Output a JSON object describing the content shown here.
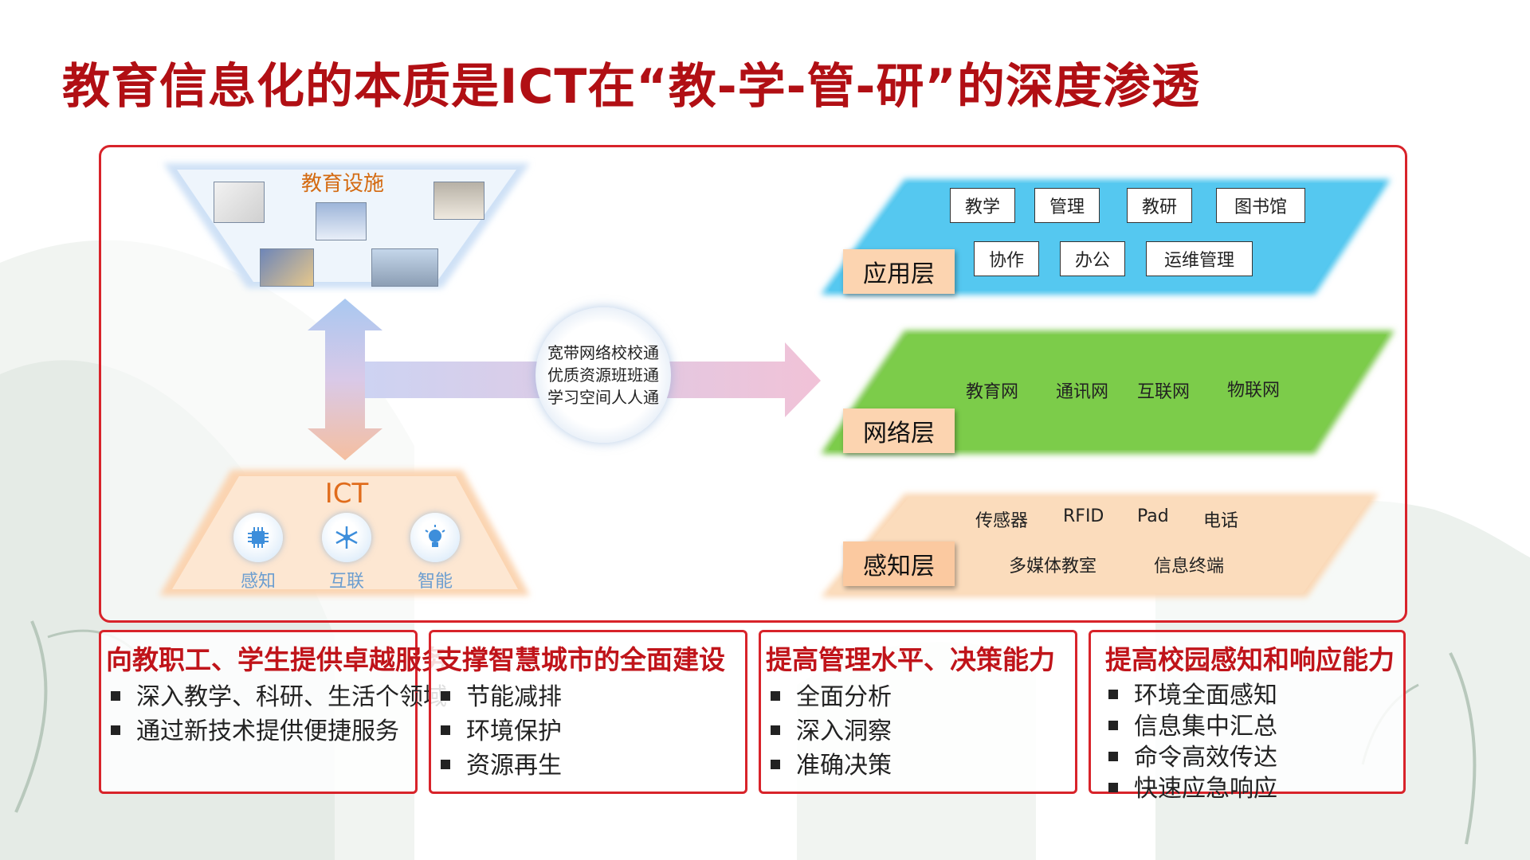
{
  "title": "教育信息化的本质是ICT在“教-学-管-研”的深度渗透",
  "facilities": {
    "label": "教育设施"
  },
  "ict": {
    "label": "ICT",
    "items": [
      {
        "label": "感知",
        "icon": "chip-icon"
      },
      {
        "label": "互联",
        "icon": "network-icon"
      },
      {
        "label": "智能",
        "icon": "bulb-icon"
      }
    ]
  },
  "center": {
    "lines": [
      "宽带网络校校通",
      "优质资源班班通",
      "学习空间人人通"
    ]
  },
  "layers": {
    "application": {
      "name": "应用层",
      "color": "#4cc4ee",
      "row1": [
        "教学",
        "管理",
        "教研",
        "图书馆"
      ],
      "row2": [
        "协作",
        "办公",
        "运维管理"
      ]
    },
    "network": {
      "name": "网络层",
      "color": "#7ccc4a",
      "items": [
        "教育网",
        "通讯网",
        "互联网",
        "物联网"
      ]
    },
    "perception": {
      "name": "感知层",
      "color": "#fad7b4",
      "row1": [
        "传感器",
        "RFID",
        "Pad",
        "电话"
      ],
      "row2": [
        "多媒体教室",
        "信息终端"
      ]
    }
  },
  "boxes": [
    {
      "title": "向教职工、学生提供卓越服务",
      "items": [
        "深入教学、科研、生活个领域",
        "通过新技术提供便捷服务"
      ]
    },
    {
      "title": "支撑智慧城市的全面建设",
      "items": [
        "节能减排",
        "环境保护",
        "资源再生"
      ]
    },
    {
      "title": "提高管理水平、决策能力",
      "items": [
        "全面分析",
        "深入洞察",
        "准确决策"
      ]
    },
    {
      "title": "提高校园感知和响应能力",
      "items": [
        "环境全面感知",
        "信息集中汇总",
        "命令高效传达",
        "快速应急响应"
      ]
    }
  ],
  "colors": {
    "title": "#b10f14",
    "frame": "#d8232a",
    "accent_orange": "#e06c1c"
  }
}
